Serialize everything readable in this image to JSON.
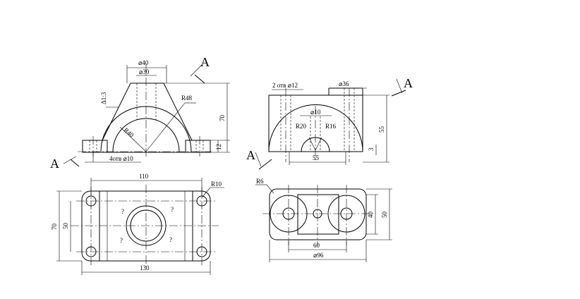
{
  "views": {
    "front": {
      "dims": {
        "top_outer_dia": "⌀40",
        "top_inner_dia": "⌀30",
        "outer_radius": "R48",
        "inner_radius": "R40",
        "height_total": "70",
        "base_height": "12",
        "holes": "4отв ⌀10",
        "slope": "Δ1:3"
      },
      "section_mark": "A"
    },
    "side": {
      "dims": {
        "holes": "2 отв ⌀12",
        "boss_dia": "⌀36",
        "hole_dia": "⌀10",
        "radius_small": "R20",
        "radius_tiny": "R16",
        "width": "55",
        "height": "55",
        "base_gap": "3"
      },
      "section_mark": "A"
    },
    "top": {
      "dims": {
        "hole_spacing": "110",
        "corner_radius": "R10",
        "depth_total": "70",
        "hole_row_spacing": "50",
        "length_total": "130",
        "unknown_mark": "?"
      }
    },
    "bottom": {
      "dims": {
        "corner_radius": "R6",
        "height_inner": "40",
        "height_outer": "50",
        "width_inner": "60",
        "width_outer": "⌀96"
      }
    }
  }
}
